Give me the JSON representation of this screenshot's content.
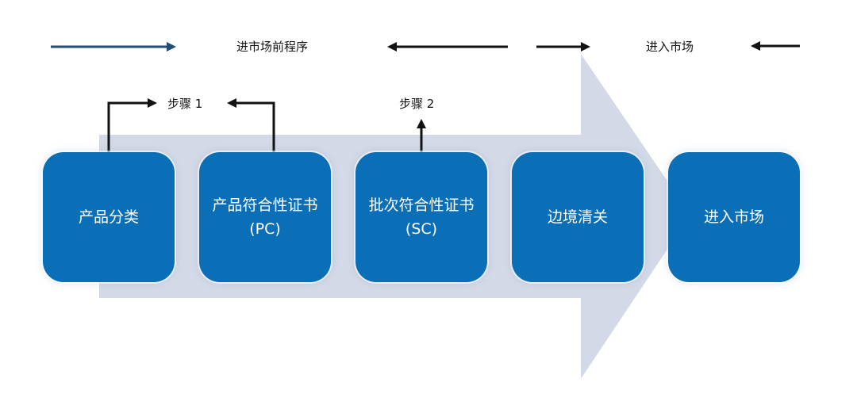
{
  "header": {
    "pre_market_label": "进市场前程序",
    "market_entry_label": "进入市场"
  },
  "steps": {
    "step1_label": "步骤 1",
    "step2_label": "步骤 2"
  },
  "boxes": [
    {
      "line1": "产品分类",
      "line2": ""
    },
    {
      "line1": "产品符合性证书",
      "line2": "(PC)"
    },
    {
      "line1": "批次符合性证书",
      "line2": "(SC)"
    },
    {
      "line1": "边境清关",
      "line2": ""
    },
    {
      "line1": "进入市场",
      "line2": ""
    }
  ],
  "colors": {
    "box_fill": "#0b6fb8",
    "big_arrow_fill": "#d3d9e6",
    "header_arrow_left": "#1f4e79",
    "arrow_black": "#111111"
  }
}
